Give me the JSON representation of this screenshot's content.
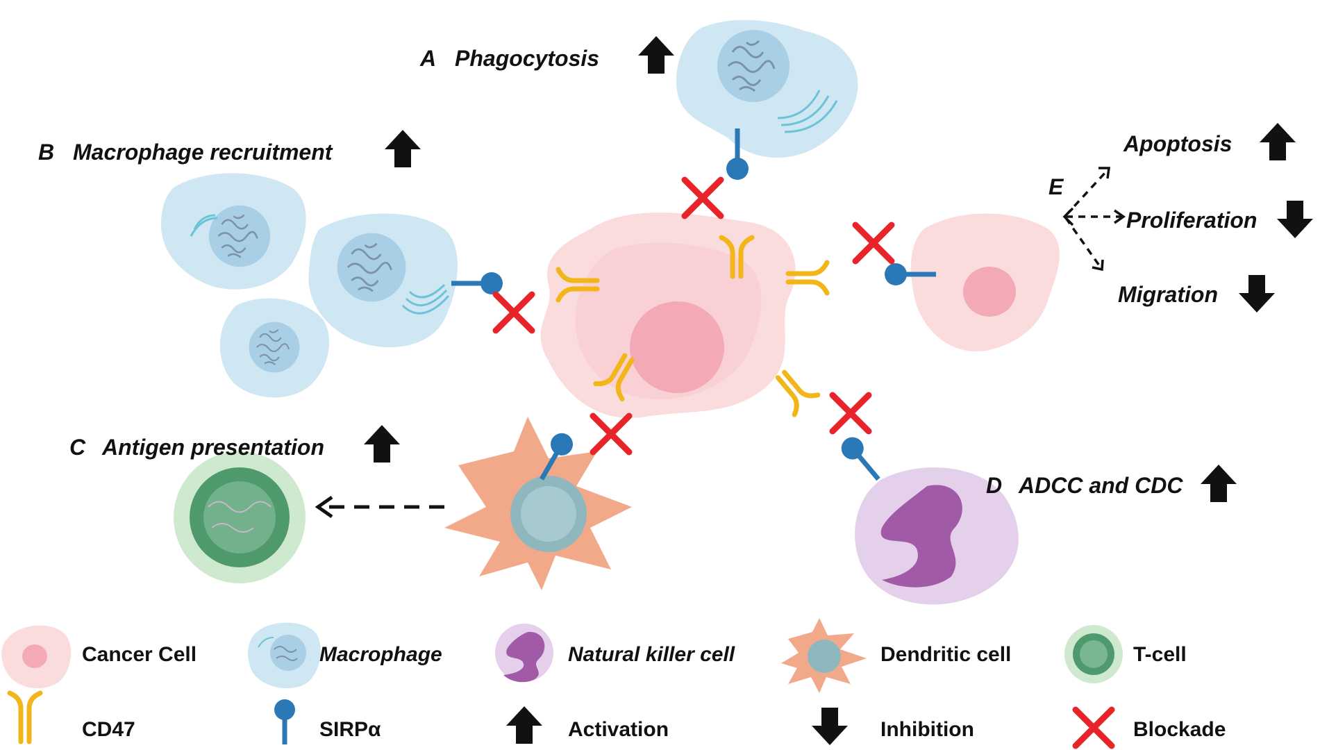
{
  "diagram": {
    "mechanisms": {
      "a": {
        "letter": "A",
        "text": "Phagocytosis",
        "effect": "Activation"
      },
      "b": {
        "letter": "B",
        "text": "Macrophage recruitment",
        "effect": "Activation"
      },
      "c": {
        "letter": "C",
        "text": "Antigen presentation",
        "effect": "Activation"
      },
      "d": {
        "letter": "D",
        "text": "ADCC and CDC",
        "effect": "Activation"
      },
      "e": {
        "letter": "E",
        "outcomes": [
          {
            "text": "Apoptosis",
            "effect": "Activation"
          },
          {
            "text": "Proliferation",
            "effect": "Inhibition"
          },
          {
            "text": "Migration",
            "effect": "Inhibition"
          }
        ]
      }
    }
  },
  "legend": {
    "items": [
      {
        "key": "cancer",
        "label": "Cancer Cell",
        "italic": false,
        "icon": "cancer-cell-icon"
      },
      {
        "key": "macrophage",
        "label": "Macrophage",
        "italic": true,
        "icon": "macrophage-icon"
      },
      {
        "key": "nk",
        "label": "Natural killer cell",
        "italic": true,
        "icon": "nk-cell-icon"
      },
      {
        "key": "dendritic",
        "label": "Dendritic cell",
        "italic": false,
        "icon": "dendritic-cell-icon"
      },
      {
        "key": "tcell",
        "label": "T-cell",
        "italic": false,
        "icon": "t-cell-icon"
      },
      {
        "key": "cd47",
        "label": "CD47",
        "italic": false,
        "icon": "cd47-receptor-icon"
      },
      {
        "key": "sirpa",
        "label": "SIRPα",
        "italic": false,
        "icon": "sirpa-receptor-icon"
      },
      {
        "key": "activation",
        "label": "Activation",
        "italic": false,
        "icon": "up-arrow-icon"
      },
      {
        "key": "inhibition",
        "label": "Inhibition",
        "italic": false,
        "icon": "down-arrow-icon"
      },
      {
        "key": "blockade",
        "label": "Blockade",
        "italic": false,
        "icon": "red-cross-icon"
      }
    ]
  },
  "colors": {
    "cancer_outer": "#fbdcdc",
    "cancer_inner": "#f7c9cc",
    "cancer_nucleus": "#f3a9b6",
    "macrophage_body": "#cfe6f3",
    "macrophage_nucleus": "#a9cfe6",
    "cd47": "#f2b51a",
    "sirpa": "#2b78b6",
    "blockade": "#e8232a",
    "dendritic": "#f2a98a",
    "nk_body": "#e4d0ea",
    "nk_nucleus": "#a15aa6",
    "tcell_outer": "#cfe9cf",
    "tcell_inner": "#4f9a6c",
    "arrow": "#111111"
  }
}
